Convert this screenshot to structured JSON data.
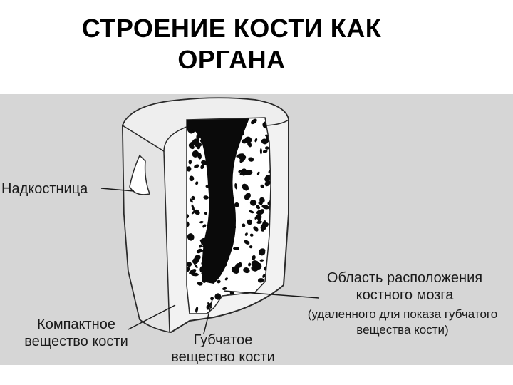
{
  "title": {
    "line1": "СТРОЕНИЕ КОСТИ КАК",
    "line2": "ОРГАНА"
  },
  "labels": {
    "periosteum": "Надкостница",
    "compact_line1": "Компактное",
    "compact_line2": "вещество кости",
    "spongy_line1": "Губчатое",
    "spongy_line2": "вещество кости",
    "marrow_line1": "Область расположения",
    "marrow_line2": "костного мозга",
    "marrow_note_line1": "(удаленного для показа губчатого",
    "marrow_note_line2": "вещества кости)"
  },
  "colors": {
    "panel_background": "#d6d6d6",
    "bone_surface": "#f2f2f2",
    "spongy_cavity": "#0a0a0a",
    "leader_line": "#1a1a1a"
  }
}
